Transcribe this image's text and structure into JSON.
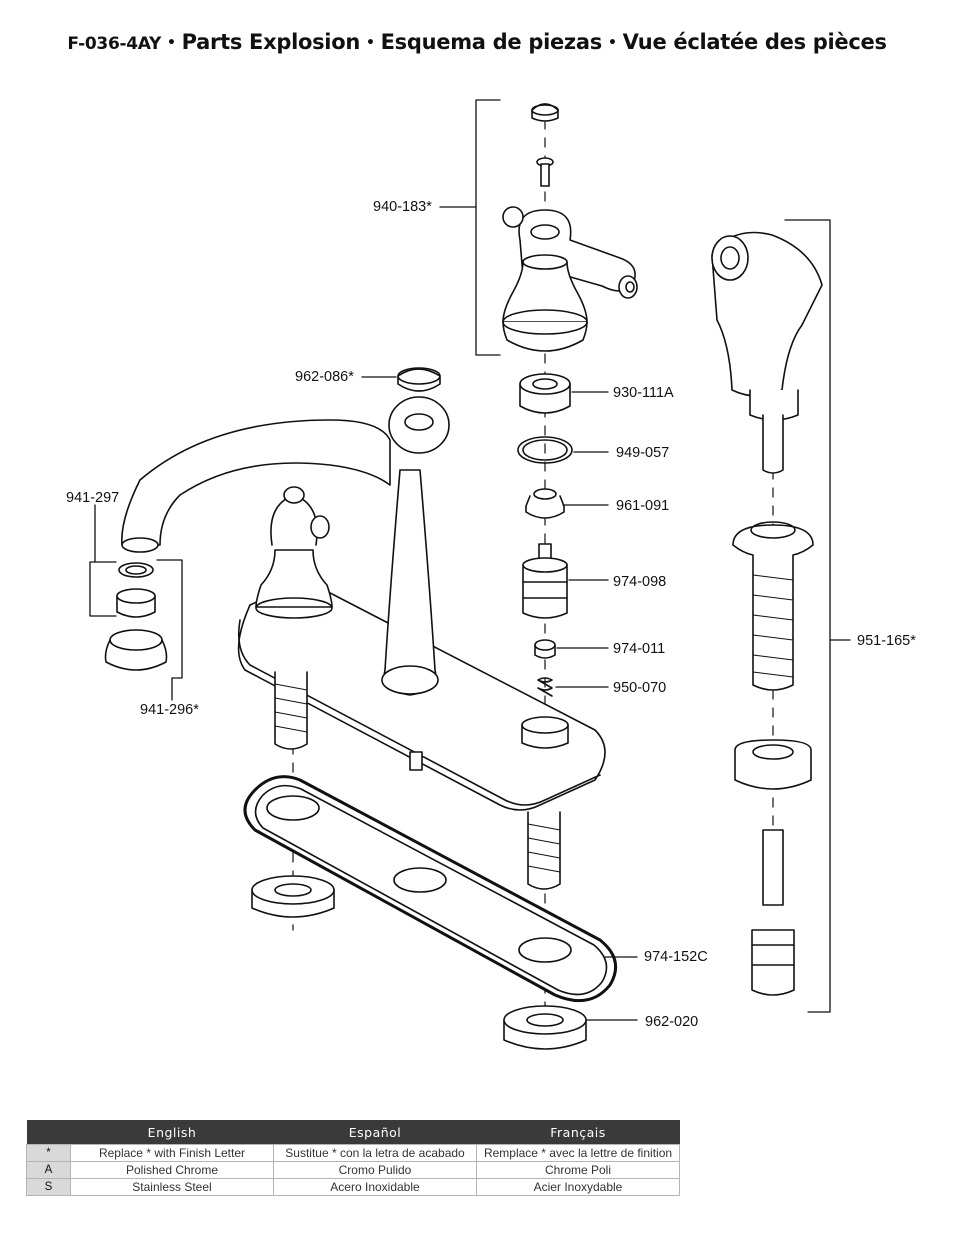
{
  "header": {
    "code": "F-036-4AY",
    "sep": "•",
    "title_en": "Parts Explosion",
    "title_es": "Esquema de piezas",
    "title_fr": "Vue éclatée des pièces"
  },
  "parts": {
    "p940_183": "940-183*",
    "p962_086": "962-086*",
    "p930_111A": "930-111A",
    "p949_057": "949-057",
    "p961_091": "961-091",
    "p974_098": "974-098",
    "p974_011": "974-011",
    "p950_070": "950-070",
    "p941_297": "941-297",
    "p941_296": "941-296*",
    "p951_165": "951-165*",
    "p974_152C": "974-152C",
    "p962_020": "962-020"
  },
  "legend": {
    "headers": [
      "English",
      "Español",
      "Français"
    ],
    "rows": [
      {
        "key": "*",
        "en": "Replace * with Finish Letter",
        "es": "Sustitue * con la letra de acabado",
        "fr": "Remplace * avec la lettre de finition"
      },
      {
        "key": "A",
        "en": "Polished Chrome",
        "es": "Cromo Pulido",
        "fr": "Chrome Poli"
      },
      {
        "key": "S",
        "en": "Stainless Steel",
        "es": "Acero Inoxidable",
        "fr": "Acier Inoxydable"
      }
    ]
  }
}
